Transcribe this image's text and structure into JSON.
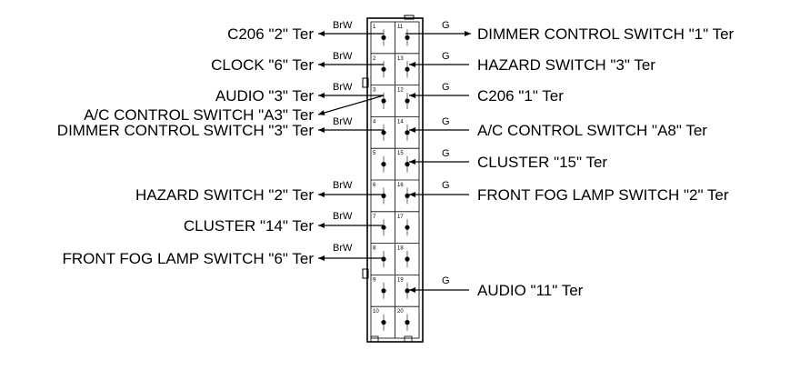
{
  "left_connections": [
    {
      "label": "C206 \"2\" Ter",
      "wire": "BrW",
      "pin": "1"
    },
    {
      "label": "CLOCK \"6\" Ter",
      "wire": "BrW",
      "pin": "2"
    },
    {
      "label": "AUDIO \"3\" Ter",
      "wire": "BrW",
      "pin": "3"
    },
    {
      "label": "A/C CONTROL SWITCH \"A3\" Ter",
      "wire": "",
      "pin": ""
    },
    {
      "label": "DIMMER CONTROL SWITCH \"3\" Ter",
      "wire": "BrW",
      "pin": "4"
    },
    {
      "label": "HAZARD SWITCH \"2\" Ter",
      "wire": "BrW",
      "pin": "6"
    },
    {
      "label": "CLUSTER \"14\" Ter",
      "wire": "BrW",
      "pin": "7"
    },
    {
      "label": "FRONT FOG LAMP SWITCH \"6\" Ter",
      "wire": "BrW",
      "pin": "8"
    }
  ],
  "right_connections": [
    {
      "label": "DIMMER CONTROL SWITCH \"1\" Ter",
      "wire": "G",
      "pin": "11"
    },
    {
      "label": "HAZARD SWITCH \"3\" Ter",
      "wire": "G",
      "pin": "13"
    },
    {
      "label": "C206 \"1\" Ter",
      "wire": "G",
      "pin": "12"
    },
    {
      "label": "A/C CONTROL SWITCH \"A8\" Ter",
      "wire": "G",
      "pin": "14"
    },
    {
      "label": "CLUSTER \"15\" Ter",
      "wire": "G",
      "pin": "15"
    },
    {
      "label": "FRONT FOG LAMP SWITCH \"2\" Ter",
      "wire": "G",
      "pin": "16"
    },
    {
      "label": "AUDIO \"11\" Ter",
      "wire": "G",
      "pin": "19"
    }
  ],
  "connector": {
    "left_pins": [
      "1",
      "2",
      "3",
      "4",
      "5",
      "6",
      "7",
      "8",
      "9",
      "10"
    ],
    "right_pins": [
      "11",
      "13",
      "12",
      "14",
      "15",
      "16",
      "17",
      "18",
      "19",
      "20"
    ]
  }
}
